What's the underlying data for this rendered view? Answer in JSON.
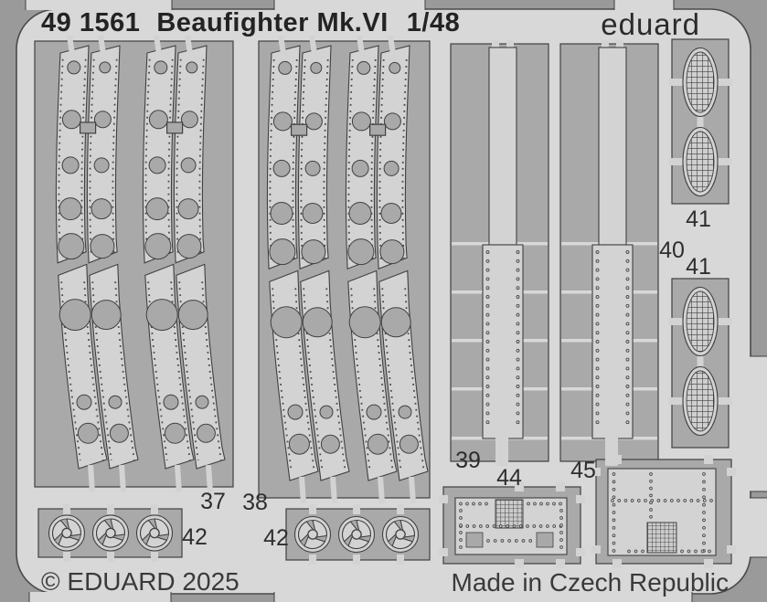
{
  "header": {
    "catalog_number": "49 1561",
    "product_name": "Beaufighter Mk.VI",
    "scale": "1/48",
    "brand_logo": "eduard"
  },
  "footer": {
    "copyright": "© EDUARD 2025",
    "made_in": "Made in Czech Republic"
  },
  "part_labels": {
    "p37": "37",
    "p38": "38",
    "p39": "39",
    "p40": "40",
    "p41_top": "41",
    "p41_bottom": "41",
    "p42_left": "42",
    "p42_right": "42",
    "p44": "44",
    "p45": "45"
  },
  "colors": {
    "outer_background": "#9a9a9a",
    "sheet": "#d8d8d8",
    "etched_window": "#a9a9a9",
    "part_metal": "#d3d3d3",
    "outline": "#404040",
    "title_text": "#232323",
    "label_text": "#2e2e2e",
    "footer_text": "#3a3a3a"
  }
}
